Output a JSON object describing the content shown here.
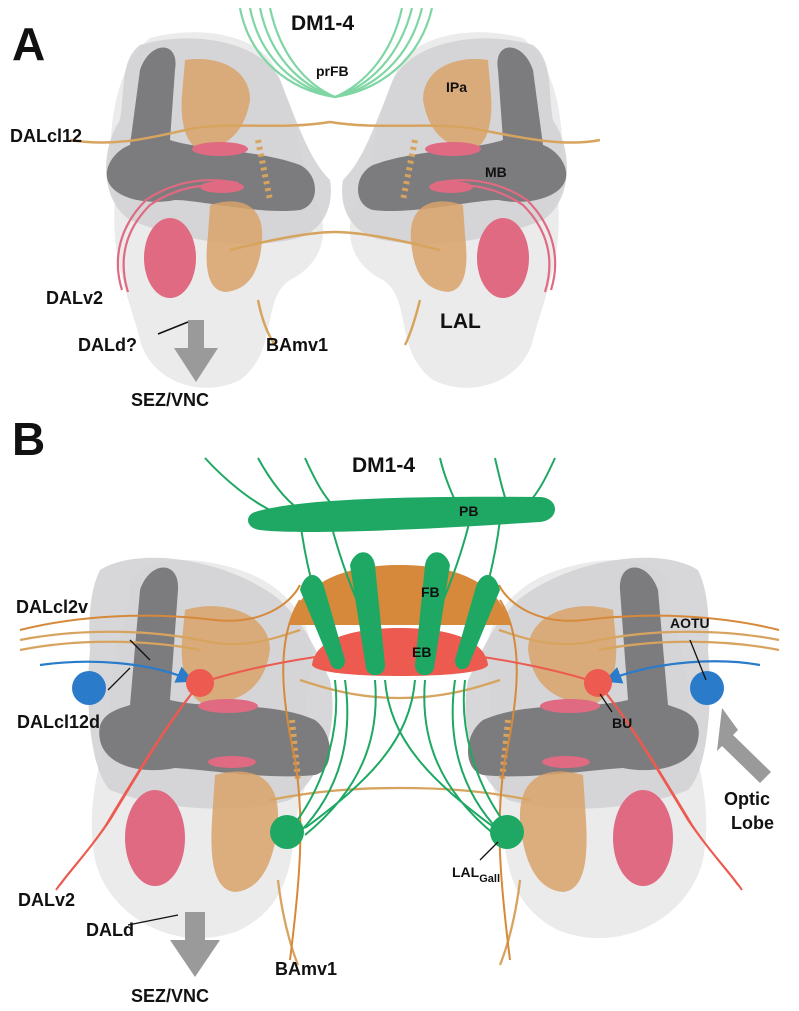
{
  "panel_a": {
    "letter": "A",
    "labels": {
      "dm": "DM1-4",
      "prfb": "prFB",
      "ipa": "IPa",
      "mb": "MB",
      "dalcl12": "DALcl12",
      "dalv2": "DALv2",
      "lal": "LAL",
      "dald": "DALd?",
      "bamv1": "BAmv1",
      "sez": "SEZ/VNC"
    }
  },
  "panel_b": {
    "letter": "B",
    "labels": {
      "dm": "DM1-4",
      "pb": "PB",
      "fb": "FB",
      "eb": "EB",
      "dalcl2v": "DALcl2v",
      "dalcl12d": "DALcl12d",
      "aotu": "AOTU",
      "bu": "BU",
      "optic1": "Optic",
      "optic2": "Lobe",
      "lal_main": "LAL",
      "lal_sub": "Gall",
      "dalv2": "DALv2",
      "dald": "DALd",
      "bamv1": "BAmv1",
      "sez": "SEZ/VNC"
    }
  },
  "colors": {
    "neuropil_outer": "#d9d9da",
    "neuropil_inner": "#ebebec",
    "mb_dark": "#7c7c7e",
    "ipa_tan": "#d9a36a",
    "pink": "#e06a82",
    "tract_tan": "#d7a45f",
    "green": "#1ea863",
    "green_light": "#7fd6a4",
    "fb_orange": "#d6893a",
    "eb_red": "#ec5a50",
    "blue": "#2a7bc9",
    "arrow_gray": "#9a9a9a"
  }
}
